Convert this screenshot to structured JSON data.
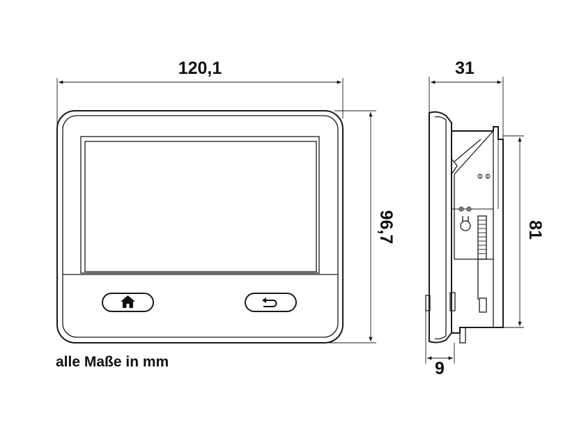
{
  "dimensions": {
    "front_width": "120,1",
    "front_height": "96,7",
    "side_depth": "31",
    "side_height": "81",
    "side_base": "9"
  },
  "note": "alle Maße in mm",
  "icons": {
    "home_button": "home-icon",
    "back_button": "return-arrow-icon"
  }
}
